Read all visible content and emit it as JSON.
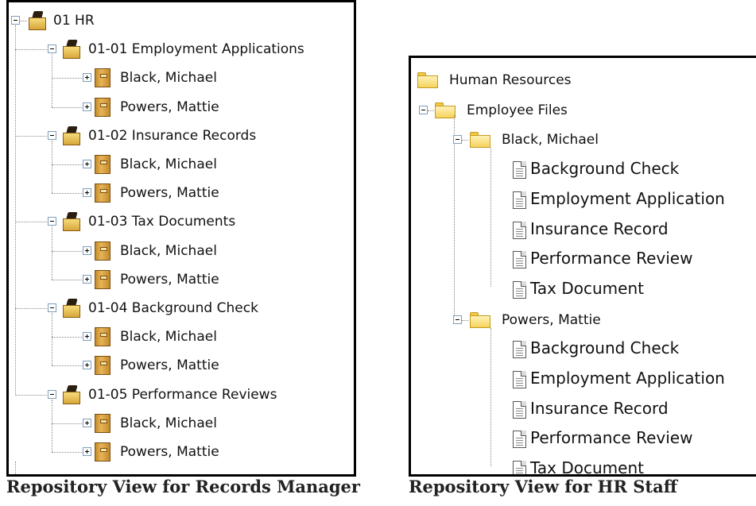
{
  "left_panel": {
    "root_label": "01 HR",
    "groups": [
      {
        "label": "01-01 Employment Applications",
        "children": [
          "Black, Michael",
          "Powers, Mattie"
        ]
      },
      {
        "label": "01-02 Insurance Records",
        "children": [
          "Black, Michael",
          "Powers, Mattie"
        ]
      },
      {
        "label": "01-03 Tax Documents",
        "children": [
          "Black, Michael",
          "Powers, Mattie"
        ]
      },
      {
        "label": "01-04 Background Check",
        "children": [
          "Black, Michael",
          "Powers, Mattie"
        ]
      },
      {
        "label": "01-05 Performance Reviews",
        "children": [
          "Black, Michael",
          "Powers, Mattie"
        ]
      }
    ],
    "caption": "Repository View for Records Manager"
  },
  "right_panel": {
    "root_label": "Human Resources",
    "folder_label": "Employee Files",
    "employees": [
      {
        "label": "Black, Michael",
        "documents": [
          "Background Check",
          "Employment Application",
          "Insurance Record",
          "Performance Review",
          "Tax Document"
        ]
      },
      {
        "label": "Powers, Mattie",
        "documents": [
          "Background Check",
          "Employment Application",
          "Insurance Record",
          "Performance Review",
          "Tax Document"
        ]
      }
    ],
    "caption": "Repository View for HR Staff"
  }
}
